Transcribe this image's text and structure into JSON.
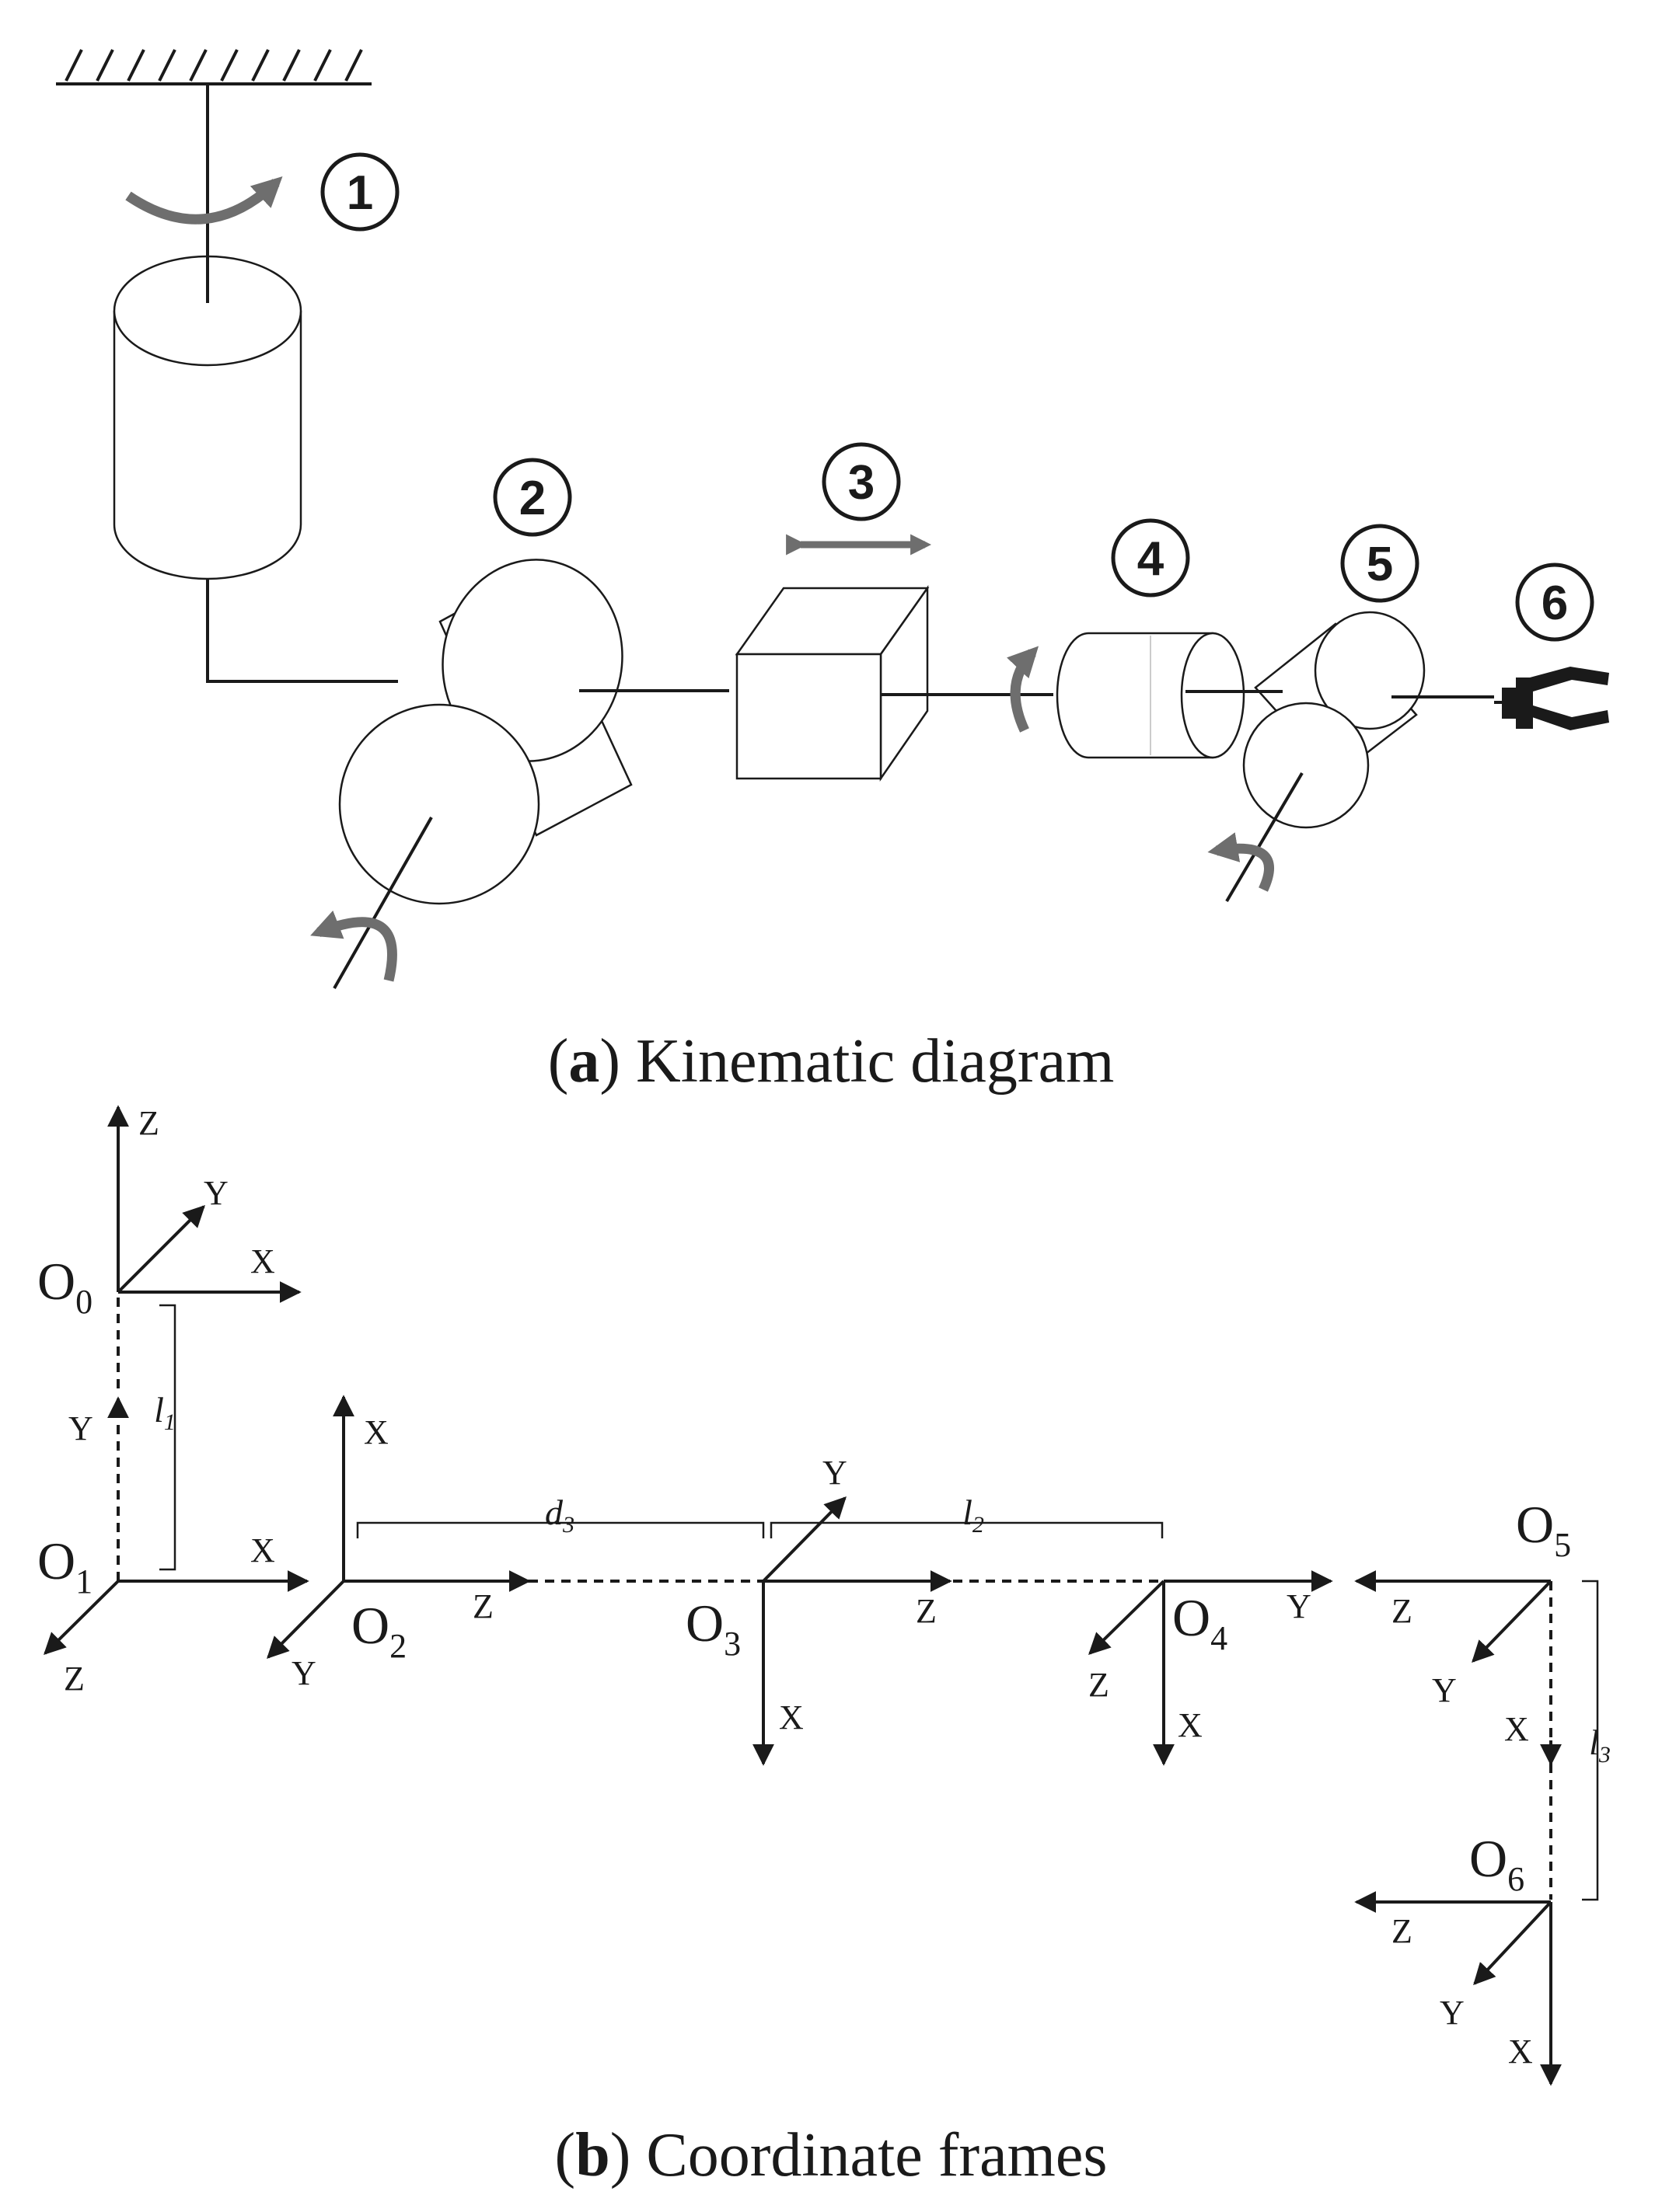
{
  "joints": [
    "1",
    "2",
    "3",
    "4",
    "5",
    "6"
  ],
  "captions": {
    "a": {
      "open": "(",
      "letter": "a",
      "rest": ") Kinematic diagram"
    },
    "b": {
      "open": "(",
      "letter": "b",
      "rest": ") Coordinate frames"
    }
  },
  "frames": {
    "o0": {
      "name": "O",
      "sub": "0",
      "x": "X",
      "y": "Y",
      "z": "Z"
    },
    "o1": {
      "name": "O",
      "sub": "1",
      "x": "X",
      "y": "Y",
      "z": "Z"
    },
    "o2": {
      "name": "O",
      "sub": "2",
      "x": "X",
      "y": "Y",
      "z": "Z"
    },
    "o3": {
      "name": "O",
      "sub": "3",
      "x": "X",
      "y": "Y",
      "z": "Z"
    },
    "o4": {
      "name": "O",
      "sub": "4",
      "x": "X",
      "y": "Y",
      "z": "Z"
    },
    "o5": {
      "name": "O",
      "sub": "5",
      "x": "X",
      "y": "Y",
      "z": "Z"
    },
    "o6": {
      "name": "O",
      "sub": "6",
      "x": "X",
      "y": "Y",
      "z": "Z"
    }
  },
  "dimensions": {
    "l1": {
      "base": "l",
      "sub": "1"
    },
    "d3": {
      "base": "d",
      "sub": "3"
    },
    "l2": {
      "base": "l",
      "sub": "2"
    },
    "l3": {
      "base": "l",
      "sub": "3"
    }
  }
}
